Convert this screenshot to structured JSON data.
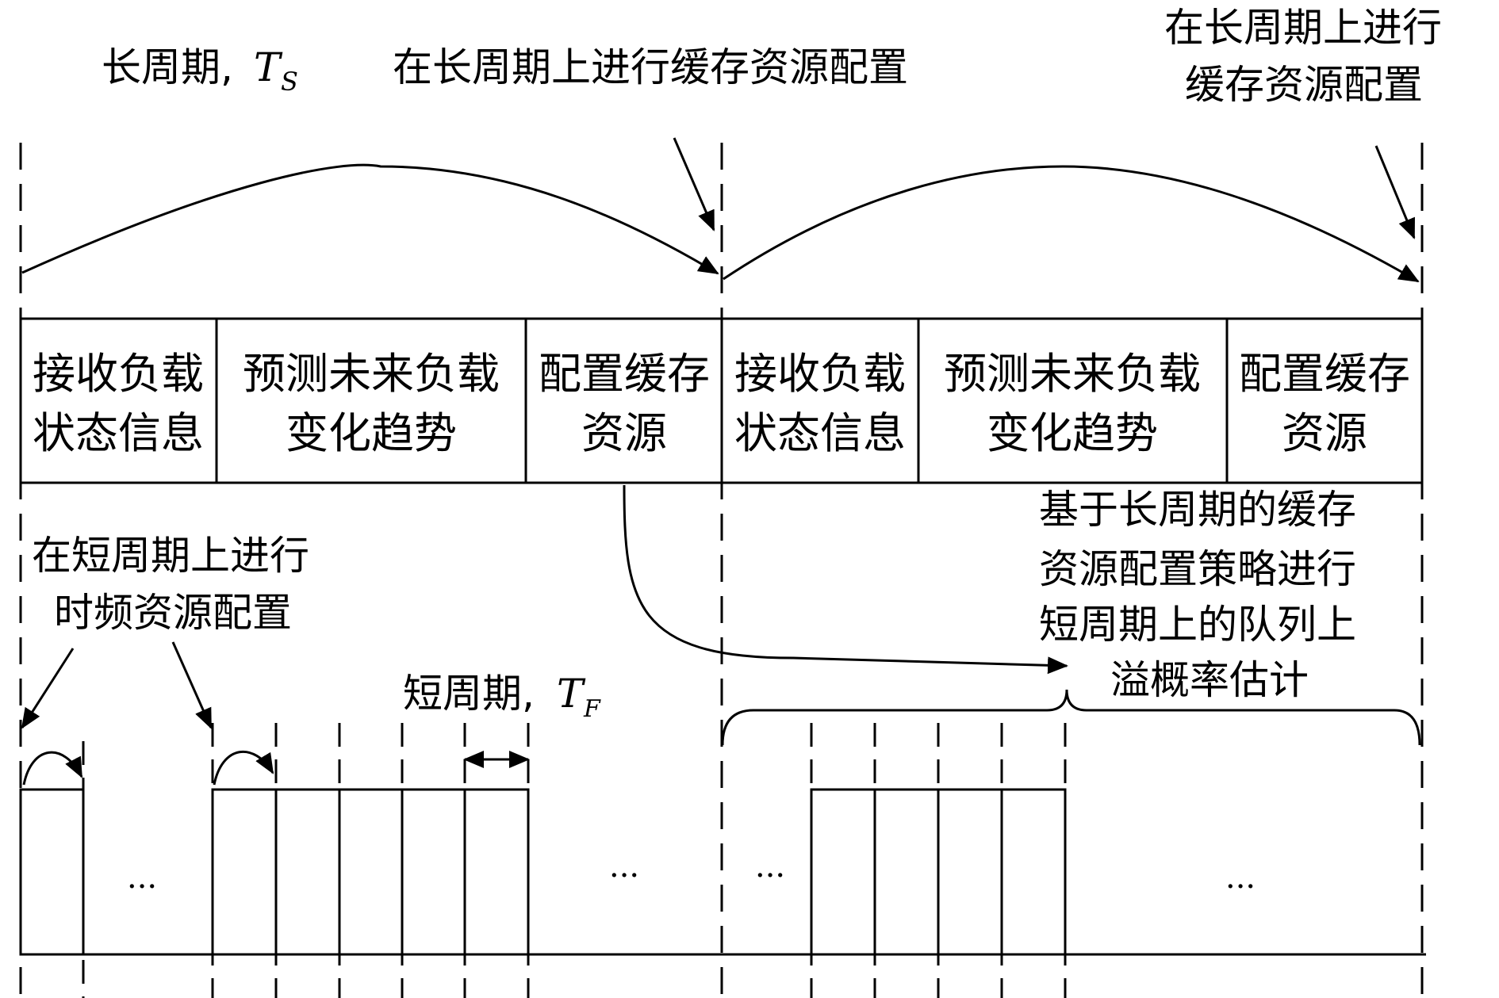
{
  "labels": {
    "long_period": "长周期,",
    "long_sym": "T",
    "long_sub": "S",
    "config_long_1": "在长周期上进行缓存资源配置",
    "config_long_2a": "在长周期上进行",
    "config_long_2b": "缓存资源配置",
    "short_config_a": "在短周期上进行",
    "short_config_b": "时频资源配置",
    "short_period": "短周期,",
    "short_sym": "T",
    "short_sub": "F",
    "estimate_a": "基于长周期的缓存",
    "estimate_b": "资源配置策略进行",
    "estimate_c": "短周期上的队列上",
    "estimate_d": "溢概率估计",
    "ellipsis": "···"
  },
  "segments": [
    {
      "line1": "接收负载",
      "line2": "状态信息"
    },
    {
      "line1": "预测未来负载",
      "line2": "变化趋势"
    },
    {
      "line1": "配置缓存",
      "line2": "资源"
    },
    {
      "line1": "接收负载",
      "line2": "状态信息"
    },
    {
      "line1": "预测未来负载",
      "line2": "变化趋势"
    },
    {
      "line1": "配置缓存",
      "line2": "资源"
    }
  ]
}
